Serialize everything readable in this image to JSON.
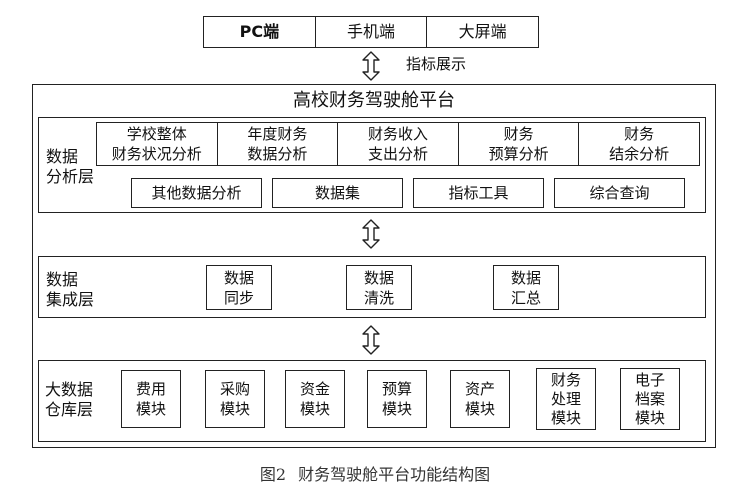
{
  "endpoints": [
    "PC端",
    "手机端",
    "大屏端"
  ],
  "arrow_label": "指标展示",
  "platform_title": "高校财务驾驶舱平台",
  "layers": {
    "analysis": {
      "label": "数据\n分析层",
      "top_items": [
        "学校整体\n财务状况分析",
        "年度财务\n数据分析",
        "财务收入\n支出分析",
        "财务\n预算分析",
        "财务\n结余分析"
      ],
      "bottom_items": [
        "其他数据分析",
        "数据集",
        "指标工具",
        "综合查询"
      ]
    },
    "integration": {
      "label": "数据\n集成层",
      "items": [
        "数据\n同步",
        "数据\n清洗",
        "数据\n汇总"
      ]
    },
    "warehouse": {
      "label": "大数据\n仓库层",
      "items": [
        "费用\n模块",
        "采购\n模块",
        "资金\n模块",
        "预算\n模块",
        "资产\n模块",
        "财务\n处理\n模块",
        "电子\n档案\n模块"
      ]
    }
  },
  "caption": {
    "number": "图2",
    "text": "财务驾驶舱平台功能结构图"
  }
}
